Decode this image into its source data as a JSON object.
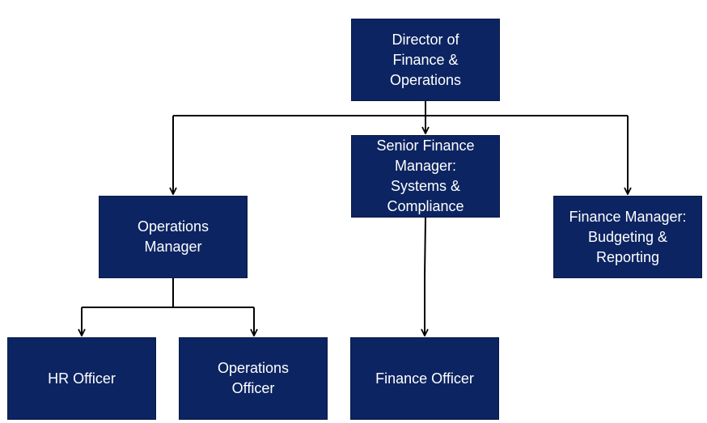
{
  "org_chart": {
    "director": {
      "lines": [
        "Director of",
        "Finance &",
        "Operations"
      ]
    },
    "operations_manager": {
      "lines": [
        "Operations",
        "Manager"
      ]
    },
    "senior_finance_manager": {
      "lines": [
        "Senior Finance",
        "Manager:",
        "Systems &",
        "Compliance"
      ]
    },
    "finance_manager": {
      "lines": [
        "Finance Manager:",
        "Budgeting &",
        "Reporting"
      ]
    },
    "hr_officer": {
      "lines": [
        "HR Officer"
      ]
    },
    "operations_officer": {
      "lines": [
        "Operations",
        "Officer"
      ]
    },
    "finance_officer": {
      "lines": [
        "Finance Officer"
      ]
    }
  },
  "colors": {
    "box_fill": "#0c2461",
    "box_text": "#ffffff",
    "connector": "#000000"
  }
}
